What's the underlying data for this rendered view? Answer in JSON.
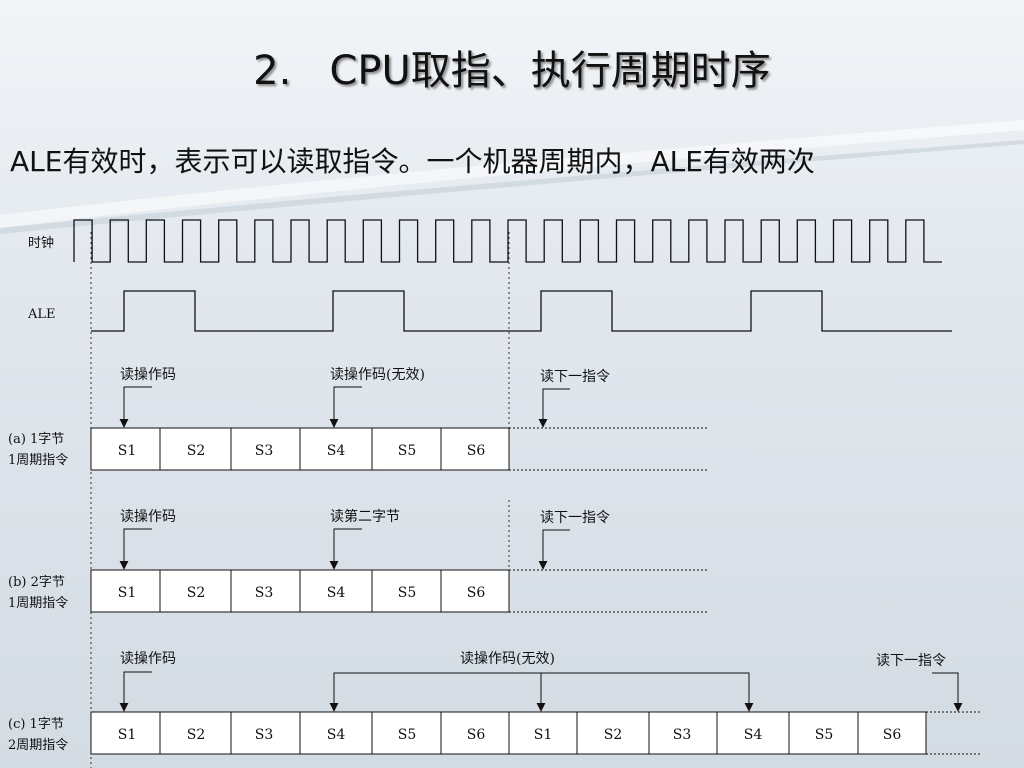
{
  "title": "2.   CPU取指、执行周期时序",
  "subtitle": "ALE有效时，表示可以读取指令。一个机器周期内，ALE有效两次",
  "signals": {
    "clock_label": "时钟",
    "ale_label": "ALE"
  },
  "cases": [
    {
      "label_line1": "(a) 1字节",
      "label_line2": "1周期指令",
      "states": [
        "S1",
        "S2",
        "S3",
        "S4",
        "S5",
        "S6"
      ],
      "annotations": [
        "读操作码",
        "读操作码(无效)",
        "读下一指令"
      ]
    },
    {
      "label_line1": "(b) 2字节",
      "label_line2": "1周期指令",
      "states": [
        "S1",
        "S2",
        "S3",
        "S4",
        "S5",
        "S6"
      ],
      "annotations": [
        "读操作码",
        "读第二字节",
        "读下一指令"
      ]
    },
    {
      "label_line1": "(c) 1字节",
      "label_line2": "2周期指令",
      "states": [
        "S1",
        "S2",
        "S3",
        "S4",
        "S5",
        "S6",
        "S1",
        "S2",
        "S3",
        "S4",
        "S5",
        "S6"
      ],
      "annotations": [
        "读操作码",
        "读操作码(无效)",
        "读下一指令"
      ]
    }
  ]
}
